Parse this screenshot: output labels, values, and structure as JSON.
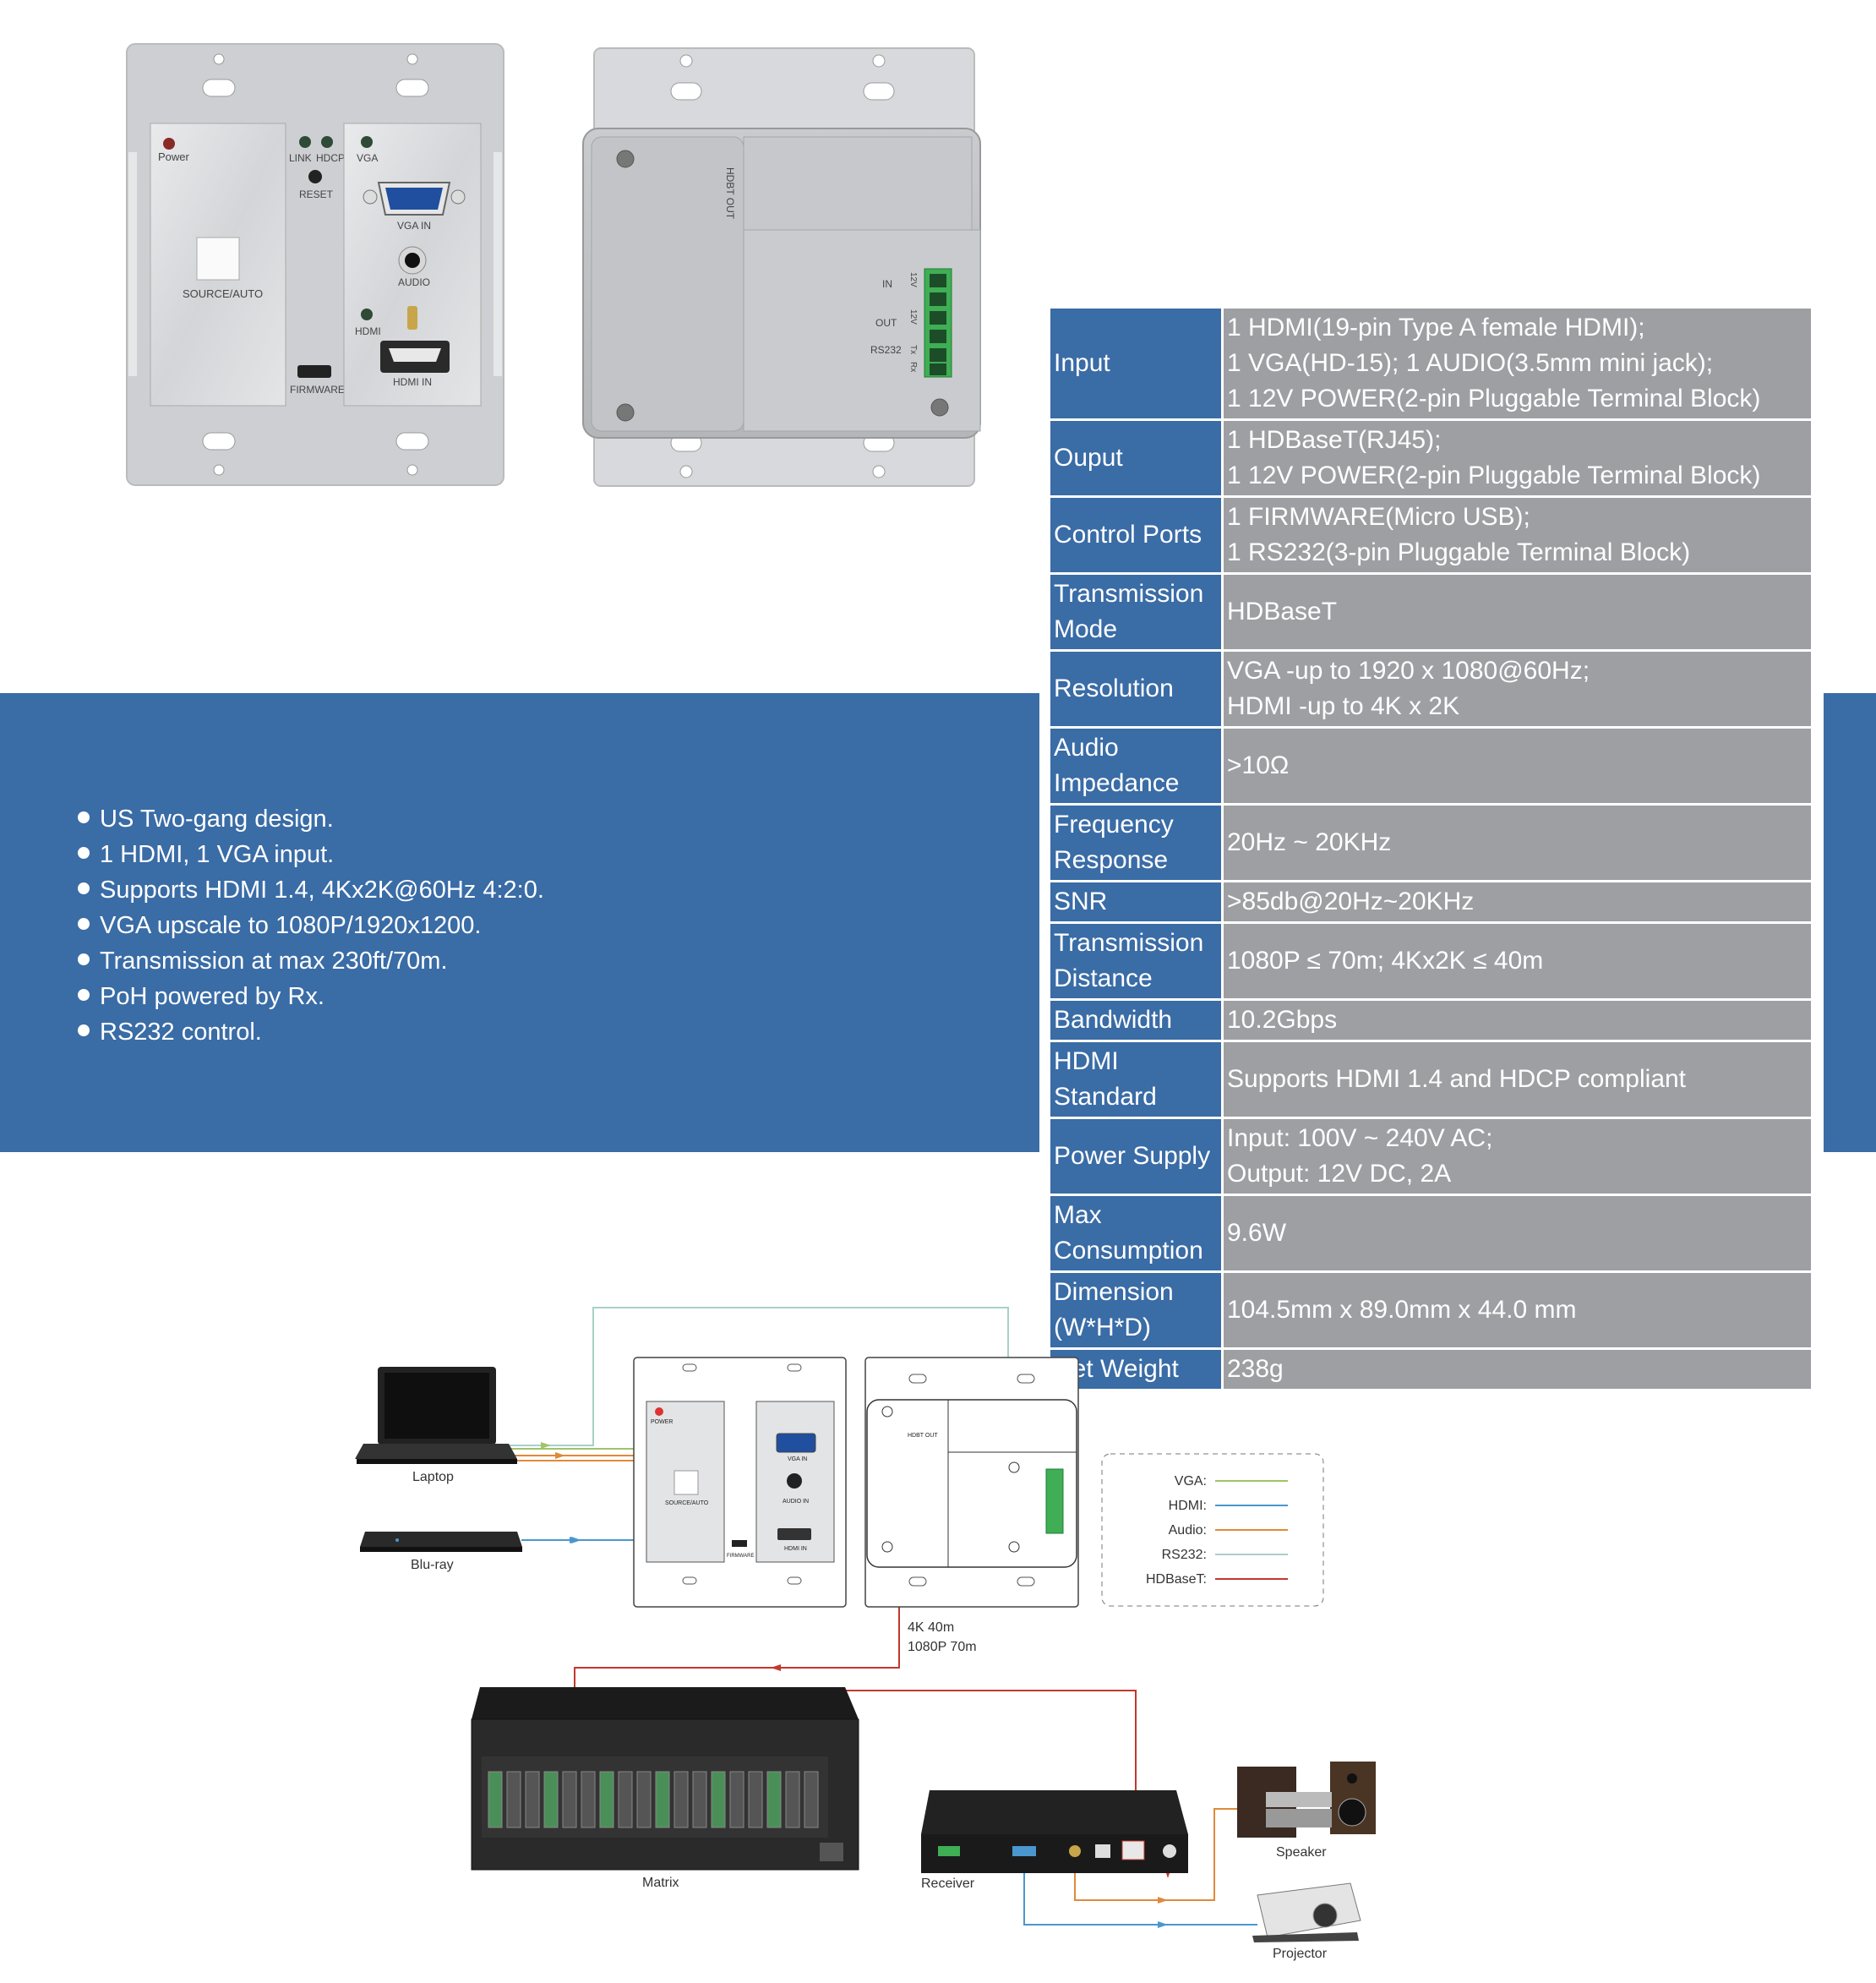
{
  "front_panel": {
    "power": "Power",
    "link": "LINK",
    "hdcp": "HDCP",
    "vga": "VGA",
    "reset": "RESET",
    "vga_in": "VGA IN",
    "audio": "AUDIO",
    "hdmi": "HDMI",
    "hdmi_in": "HDMI IN",
    "source_auto": "SOURCE/AUTO",
    "firmware": "FIRMWARE"
  },
  "back_panel": {
    "hdbt_out": "HDBT OUT",
    "in": "IN",
    "out": "OUT",
    "rs232": "RS232",
    "v12": "12V",
    "tx": "Tx",
    "rx": "Rx"
  },
  "features": [
    "US Two-gang design.",
    "1 HDMI, 1 VGA input.",
    "Supports HDMI 1.4, 4Kx2K@60Hz 4:2:0.",
    "VGA upscale to 1080P/1920x1200.",
    "Transmission at max 230ft/70m.",
    "PoH powered by Rx.",
    "RS232 control."
  ],
  "specs": [
    {
      "key": "Input",
      "value": [
        "1 HDMI(19-pin Type A female HDMI);",
        "1 VGA(HD-15); 1 AUDIO(3.5mm mini jack);",
        "1 12V POWER(2-pin Pluggable Terminal Block)"
      ]
    },
    {
      "key": "Ouput",
      "value": [
        "1 HDBaseT(RJ45);",
        "1 12V POWER(2-pin Pluggable Terminal Block)"
      ]
    },
    {
      "key": "Control Ports",
      "value": [
        "1 FIRMWARE(Micro USB);",
        "1 RS232(3-pin Pluggable Terminal Block)"
      ]
    },
    {
      "key": "Transmission Mode",
      "value": [
        "HDBaseT"
      ]
    },
    {
      "key": "Resolution",
      "value": [
        "VGA -up to 1920 x 1080@60Hz;",
        "HDMI -up to 4K x 2K"
      ]
    },
    {
      "key": "Audio Impedance",
      "value": [
        ">10Ω"
      ]
    },
    {
      "key": "Frequency Response",
      "value": [
        "20Hz ~ 20KHz"
      ]
    },
    {
      "key": "SNR",
      "value": [
        ">85db@20Hz~20KHz"
      ]
    },
    {
      "key": "Transmission Distance",
      "value": [
        "1080P ≤ 70m; 4Kx2K ≤ 40m"
      ]
    },
    {
      "key": "Bandwidth",
      "value": [
        "10.2Gbps"
      ]
    },
    {
      "key": "HDMI Standard",
      "value": [
        "Supports HDMI 1.4 and HDCP compliant"
      ]
    },
    {
      "key": "Power Supply",
      "value": [
        "Input: 100V ~ 240V AC;",
        "Output: 12V DC, 2A"
      ]
    },
    {
      "key": "Max Consumption",
      "value": [
        "9.6W"
      ]
    },
    {
      "key": "Dimension (W*H*D)",
      "value": [
        "104.5mm x 89.0mm x 44.0 mm"
      ]
    },
    {
      "key": "Net Weight",
      "value": [
        "238g"
      ]
    }
  ],
  "diagram": {
    "laptop": "Laptop",
    "bluray": "Blu-ray",
    "matrix": "Matrix",
    "receiver": "Receiver",
    "speaker": "Speaker",
    "projector": "Projector",
    "distance_4k": "4K 40m",
    "distance_1080": "1080P 70m",
    "small_power": "POWER",
    "small_source": "SOURCE/AUTO",
    "small_vga_in": "VGA IN",
    "small_audio_in": "AUDIO IN",
    "small_hdmi_in": "HDMI IN",
    "small_firmware": "FIRMWARE",
    "small_hdbt_out": "HDBT OUT",
    "legend": [
      {
        "label": "VGA:",
        "color": "#9fc46a"
      },
      {
        "label": "HDMI:",
        "color": "#4a97cf"
      },
      {
        "label": "Audio:",
        "color": "#e0893a"
      },
      {
        "label": "RS232:",
        "color": "#a8d0c8"
      },
      {
        "label": "HDBaseT:",
        "color": "#c2382d"
      }
    ]
  }
}
